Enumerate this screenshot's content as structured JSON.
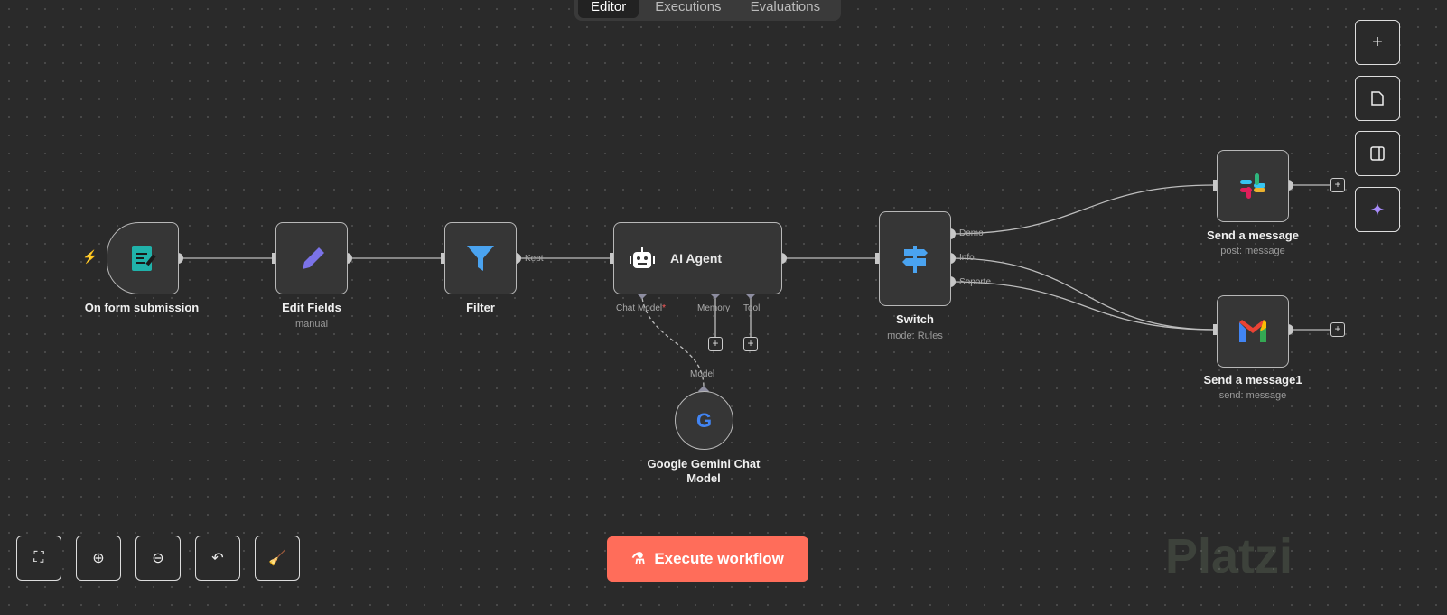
{
  "tabs": [
    "Editor",
    "Executions",
    "Evaluations"
  ],
  "nodes": {
    "form": {
      "title": "On form submission"
    },
    "edit": {
      "title": "Edit Fields",
      "sub": "manual"
    },
    "filter": {
      "title": "Filter",
      "out": "Kept"
    },
    "agent": {
      "title": "AI Agent",
      "ports": {
        "chat": "Chat Model",
        "required": "*",
        "memory": "Memory",
        "tool": "Tool"
      }
    },
    "gemini": {
      "title": "Google Gemini Chat Model",
      "port": "Model"
    },
    "switch": {
      "title": "Switch",
      "sub": "mode: Rules",
      "outs": [
        "Demo",
        "Info",
        "Soporte"
      ]
    },
    "slack": {
      "title": "Send a message",
      "sub": "post: message"
    },
    "gmail": {
      "title": "Send a message1",
      "sub": "send: message"
    }
  },
  "execute_label": "Execute workflow",
  "watermark": "Platzi",
  "colors": {
    "accent": "#ff6d5a",
    "canvas": "#2a2a2a"
  }
}
